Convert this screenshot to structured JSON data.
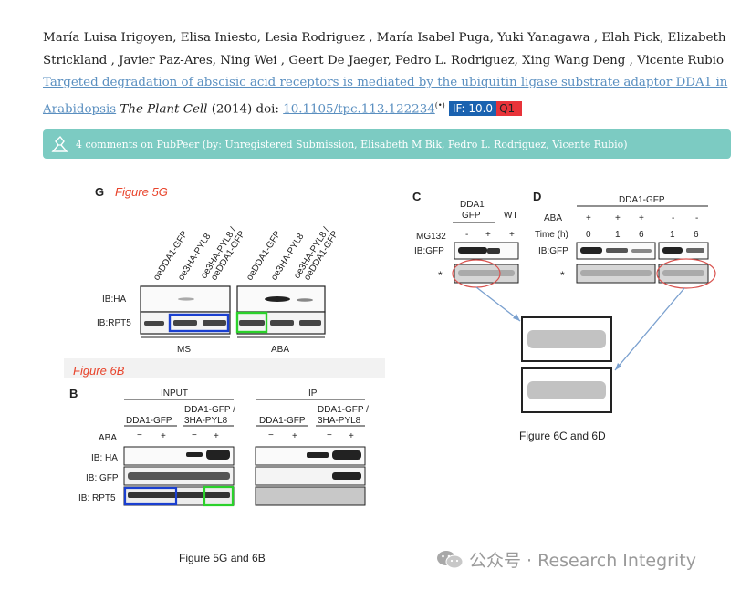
{
  "citation": {
    "authors_line1": "María Luisa Irigoyen, Elisa Iniesto, Lesia Rodriguez , María Isabel Puga, Yuki Yanagawa , Elah Pick, Elizabeth",
    "authors_line2": "Strickland , Javier Paz-Ares, Ning Wei , Geert De Jaeger, Pedro L. Rodriguez, Xing Wang Deng , Vicente Rubio",
    "title_link": "Targeted degradation of abscisic acid receptors is mediated by the ubiquitin ligase substrate adaptor DDA1 in Arabidopsis",
    "journal": "The Plant Cell",
    "year": "(2014)",
    "doi_label": "doi:",
    "doi_link": "10.1105/tpc.113.122234",
    "doi_icon": "(•)",
    "if_badge": "IF: 10.0",
    "q_badge": "Q1"
  },
  "pubpeer": {
    "icon": "pubpeer-logo-icon",
    "text": "4 comments on PubPeer (by: Unregistered Submission, Elisabeth M Bik, Pedro L. Rodriguez, Vicente Rubio)",
    "color": "#7ccbc2"
  },
  "fig5g": {
    "letter": "G",
    "label": "Figure 5G",
    "lanes": [
      "oeDDA1-GFP",
      "oe3HA-PYL8",
      "oe3HA-PYL8 / oeDDA1-GFP",
      "oeDDA1-GFP",
      "oe3HA-PYL8",
      "oe3HA-PYL8 / oeDDA1-GFP"
    ],
    "row1": "IB:HA",
    "row2": "IB:RPT5",
    "cond1": "MS",
    "cond2": "ABA"
  },
  "fig6b": {
    "label": "Figure 6B",
    "letter": "B",
    "input": "INPUT",
    "ip": "IP",
    "group1": "DDA1-GFP",
    "group2a": "DDA1-GFP /",
    "group2b": "3HA-PYL8",
    "aba": "ABA",
    "minus": "−",
    "plus": "+",
    "row1": "IB: HA",
    "row2": "IB: GFP",
    "row3": "IB: RPT5"
  },
  "fig6c": {
    "letter": "C",
    "col1a": "DDA1",
    "col1b": "GFP",
    "col2": "WT",
    "mg132": "MG132",
    "minus": "-",
    "plus": "+",
    "row1": "IB:GFP",
    "row2": "*"
  },
  "fig6d": {
    "letter": "D",
    "header": "DDA1-GFP",
    "aba": "ABA",
    "time": "Time (h)",
    "aba_vals": [
      "+",
      "+",
      "+",
      "-",
      "-"
    ],
    "time_vals": [
      "0",
      "1",
      "6",
      "1",
      "6"
    ],
    "row1": "IB:GFP",
    "row2": "*"
  },
  "captions": {
    "left": "Figure 5G and 6B",
    "right": "Figure 6C and 6D"
  },
  "watermark": {
    "icon": "wechat-icon",
    "text": "公众号 · Research Integrity"
  },
  "colors": {
    "link": "#5a8fc0",
    "if_badge": "#1a62b0",
    "q_badge": "#e8333a",
    "figure_label": "#e8442c",
    "box_blue": "#1a3fd0",
    "box_green": "#2bd12b",
    "circle_red": "#d9534f",
    "arrow_blue": "#7aa0cf"
  }
}
